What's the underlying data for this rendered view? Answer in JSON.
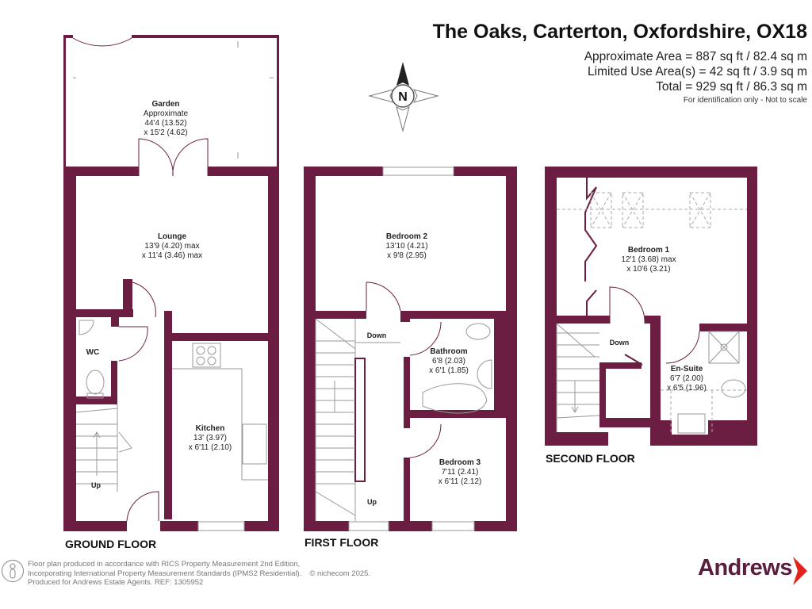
{
  "header": {
    "title": "The Oaks, Carterton, Oxfordshire, OX18",
    "approximate_area": "Approximate Area = 887 sq ft / 82.4 sq m",
    "limited_use_area": "Limited Use Area(s) = 42 sq ft / 3.9 sq m",
    "total": "Total = 929 sq ft / 86.3 sq m",
    "note": "For identification only - Not to scale"
  },
  "compass": {
    "label": "N"
  },
  "ground_floor": {
    "label": "GROUND FLOOR",
    "garden": {
      "name": "Garden",
      "l1": "Approximate",
      "l2": "44'4 (13.52)",
      "l3": "x 15'2 (4.62)"
    },
    "lounge": {
      "name": "Lounge",
      "l1": "13'9 (4.20) max",
      "l2": "x 11'4 (3.46) max"
    },
    "wc": {
      "name": "WC"
    },
    "kitchen": {
      "name": "Kitchen",
      "l1": "13' (3.97)",
      "l2": "x 6'11 (2.10)"
    },
    "stairs": "Up"
  },
  "first_floor": {
    "label": "FIRST FLOOR",
    "bedroom2": {
      "name": "Bedroom 2",
      "l1": "13'10 (4.21)",
      "l2": "x 9'8 (2.95)"
    },
    "bathroom": {
      "name": "Bathroom",
      "l1": "6'8 (2.03)",
      "l2": "x 6'1 (1.85)"
    },
    "bedroom3": {
      "name": "Bedroom 3",
      "l1": "7'11 (2.41)",
      "l2": "x 6'11 (2.12)"
    },
    "stairs_down": "Down",
    "stairs_up": "Up"
  },
  "second_floor": {
    "label": "SECOND FLOOR",
    "bedroom1": {
      "name": "Bedroom 1",
      "l1": "12'1 (3.68) max",
      "l2": "x 10'6 (3.21)"
    },
    "ensuite": {
      "name": "En-Suite",
      "l1": "6'7 (2.00)",
      "l2": "x 6'5 (1.96)"
    },
    "stairs_down": "Down"
  },
  "footer": {
    "line1": "Floor plan produced in accordance with RICS Property Measurement 2nd Edition,",
    "line2": "Incorporating International Property Measurement Standards (IPMS2 Residential).",
    "copyright": "© nichecom 2025.",
    "line3": "Produced for Andrews Estate Agents.   REF: 1305952"
  },
  "brand": {
    "name": "Andrews",
    "accent": "#e2231a",
    "wall_color": "#6b1d42"
  }
}
